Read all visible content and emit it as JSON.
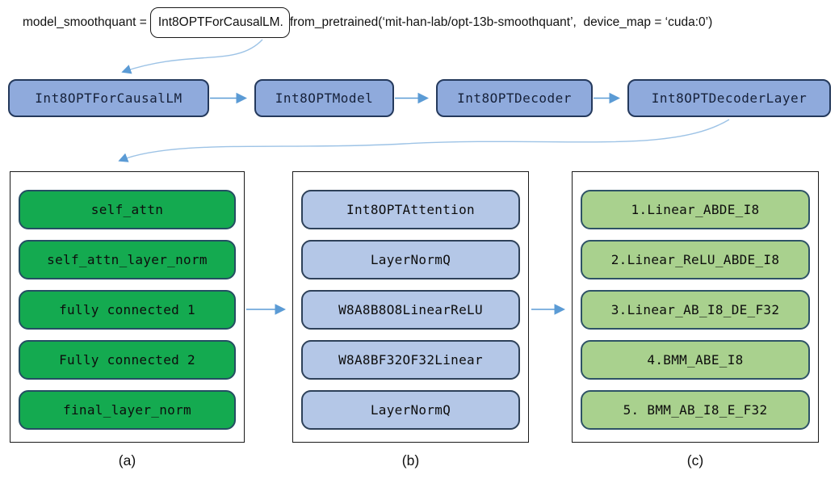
{
  "code_line": {
    "prefix": "model_smoothquant =",
    "boxed": "Int8OPTForCausalLM.",
    "suffix": "from_pretrained(‘mit-han-lab/opt-13b-smoothquant’,  device_map = ‘cuda:0’)"
  },
  "pipeline": [
    "Int8OPTForCausalLM",
    "Int8OPTModel",
    "Int8OPTDecoder",
    "Int8OPTDecoderLayer"
  ],
  "columns": [
    {
      "caption": "(a)",
      "boxes": [
        "self_attn",
        "self_attn_layer_norm",
        "fully connected 1",
        "Fully connected 2",
        "final_layer_norm"
      ]
    },
    {
      "caption": "(b)",
      "boxes": [
        "Int8OPTAttention",
        "LayerNormQ",
        "W8A8B8O8LinearReLU",
        "W8A8BF32OF32Linear",
        "LayerNormQ"
      ]
    },
    {
      "caption": "(c)",
      "boxes": [
        "1.Linear_ABDE_I8",
        "2.Linear_ReLU_ABDE_I8",
        "3.Linear_AB_I8_DE_F32",
        "4.BMM_ABE_I8",
        "5. BMM_AB_I8_E_F32"
      ]
    }
  ],
  "colors": {
    "pipeline_fill": "#8FAADC",
    "pipeline_border": "#24395C",
    "green_fill": "#14AA50",
    "light_blue_fill": "#B4C7E7",
    "light_green_fill": "#A9D18E",
    "node_border_dark": "#254D63",
    "arrow_line": "#5B9BD5",
    "arrow_curve": "#9DC3E6"
  }
}
